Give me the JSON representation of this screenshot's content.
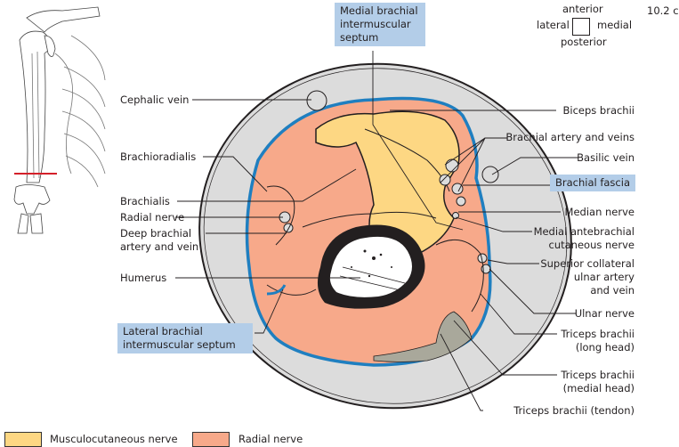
{
  "figure_id": "10.2 c",
  "orientation": {
    "anterior": "anterior",
    "lateral": "lateral",
    "medial": "medial",
    "posterior": "posterior"
  },
  "labels_left": {
    "cephalic_vein": "Cephalic vein",
    "brachioradialis": "Brachioradialis",
    "brachialis": "Brachialis",
    "radial_nerve": "Radial nerve",
    "deep_brachial_1": "Deep brachial",
    "deep_brachial_2": "artery and vein",
    "humerus": "Humerus",
    "lateral_septum_1": "Lateral brachial",
    "lateral_septum_2": "intermuscular septum"
  },
  "labels_top": {
    "medial_septum_1": "Medial brachial",
    "medial_septum_2": "intermuscular",
    "medial_septum_3": "septum"
  },
  "labels_right": {
    "biceps": "Biceps brachii",
    "brachial_artery": "Brachial artery and veins",
    "basilic_vein": "Basilic vein",
    "brachial_fascia": "Brachial fascia",
    "median_nerve": "Median nerve",
    "medial_antebrachial_1": "Medial antebrachial",
    "medial_antebrachial_2": "cutaneous nerve",
    "sup_collateral_1": "Superior collateral",
    "sup_collateral_2": "ulnar artery",
    "sup_collateral_3": "and vein",
    "ulnar_nerve": "Ulnar nerve",
    "triceps_long_1": "Triceps brachii",
    "triceps_long_2": "(long head)",
    "triceps_medial_1": "Triceps brachii",
    "triceps_medial_2": "(medial head)",
    "triceps_tendon": "Triceps brachii (tendon)"
  },
  "legend": [
    {
      "label": "Musculocutaneous nerve",
      "color": "#fdd783"
    },
    {
      "label": "Radial nerve",
      "color": "#f7a98a"
    }
  ],
  "colors": {
    "musculocutaneous": "#fdd783",
    "radial": "#f7a98a",
    "fascia_blue": "#1f7fc0",
    "subcutaneous_gray": "#dcdcdc",
    "tendon_gray": "#a9a89b",
    "bone_cortex": "#231f20",
    "label_box": "#b3cde8",
    "section_line_red": "#d4202a"
  }
}
